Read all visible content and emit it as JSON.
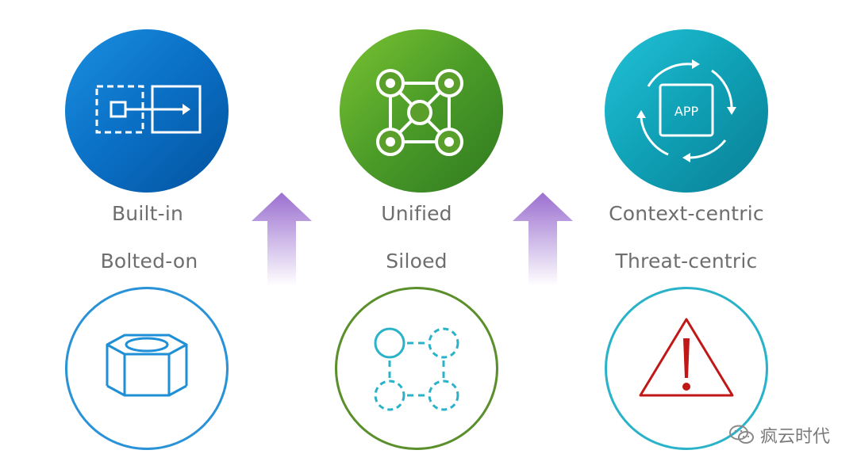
{
  "columns": [
    {
      "top_label": "Built-in",
      "bottom_label": "Bolted-on",
      "top_icon": "container-arrow-icon",
      "bottom_icon": "hex-nut-icon"
    },
    {
      "top_label": "Unified",
      "bottom_label": "Siloed",
      "top_icon": "connected-nodes-icon",
      "bottom_icon": "dashed-nodes-icon"
    },
    {
      "top_label": "Context-centric",
      "bottom_label": "Threat-centric",
      "top_icon": "app-cycle-icon",
      "bottom_icon": "warning-triangle-icon"
    }
  ],
  "app_box_text": "APP",
  "watermark": {
    "text": "疯云时代",
    "icon": "wechat-icon"
  },
  "colors": {
    "blue": "#0a6fc4",
    "green": "#4b9b28",
    "teal": "#0fa0b5",
    "arrow": "#9b6fd0",
    "label": "#6e6e6e",
    "warning": "#c01717"
  }
}
